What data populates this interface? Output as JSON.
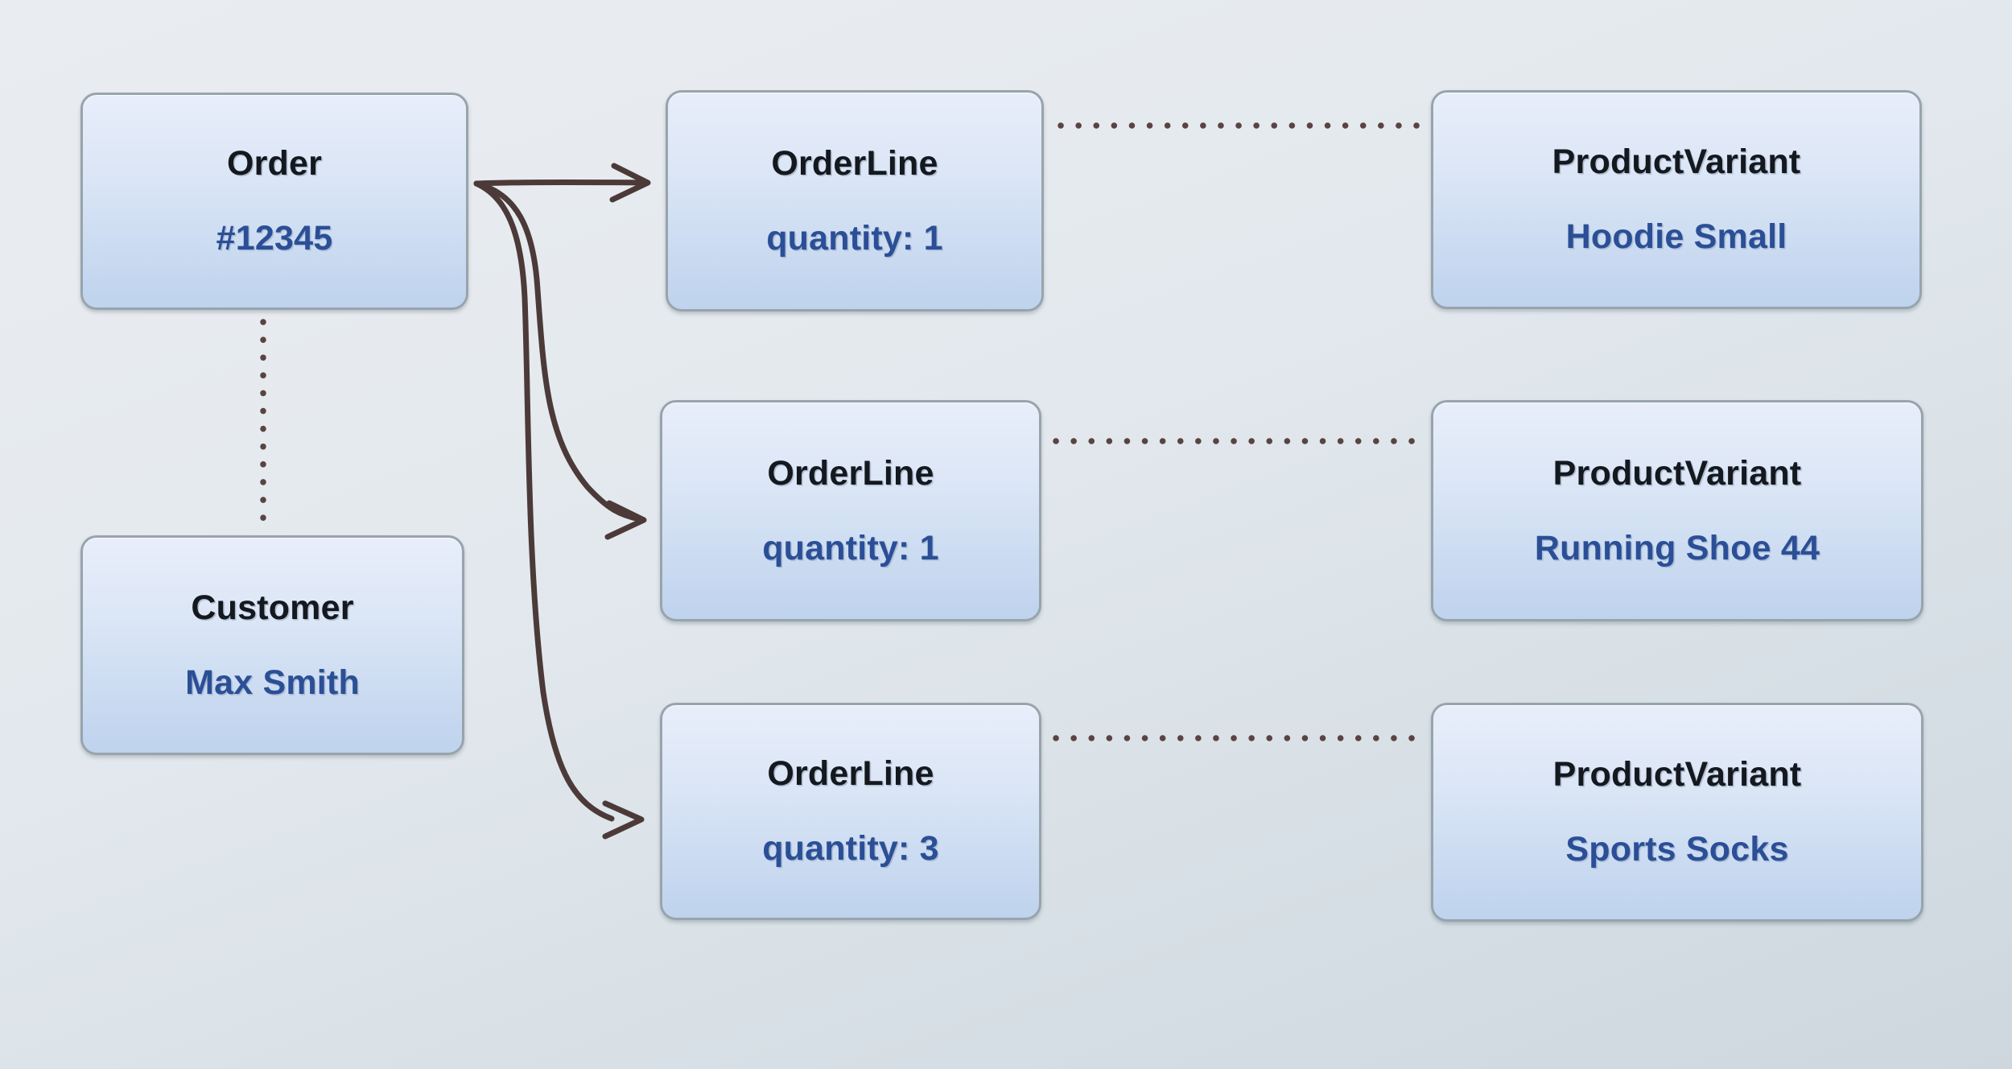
{
  "diagram": {
    "type": "entity-relationship-object-diagram",
    "background_top_color": "#e9edf1",
    "background_bottom_color": "#cdd7dd",
    "node_border_color": "#98a4ac",
    "node_fill_top_color": "#e8eefa",
    "node_fill_bottom_color": "#bfd3ee",
    "title_text_color": "#14181f",
    "subtitle_text_color": "#2b4f96",
    "arrow_color": "#4b3a38",
    "dotted_link_color": "#5a4342"
  },
  "nodes": {
    "order": {
      "title": "Order",
      "subtitle": "#12345"
    },
    "customer": {
      "title": "Customer",
      "subtitle": "Max Smith"
    },
    "order_lines": [
      {
        "title": "OrderLine",
        "subtitle": "quantity: 1",
        "quantity": 1
      },
      {
        "title": "OrderLine",
        "subtitle": "quantity: 1",
        "quantity": 1
      },
      {
        "title": "OrderLine",
        "subtitle": "quantity: 3",
        "quantity": 3
      }
    ],
    "product_variants": [
      {
        "title": "ProductVariant",
        "subtitle": "Hoodie Small"
      },
      {
        "title": "ProductVariant",
        "subtitle": "Running Shoe 44"
      },
      {
        "title": "ProductVariant",
        "subtitle": "Sports Socks"
      }
    ]
  },
  "connections": [
    {
      "from": "order",
      "to": "order_line_1",
      "style": "solid-arrow"
    },
    {
      "from": "order",
      "to": "order_line_2",
      "style": "solid-arrow"
    },
    {
      "from": "order",
      "to": "order_line_3",
      "style": "solid-arrow"
    },
    {
      "from": "order",
      "to": "customer",
      "style": "dotted"
    },
    {
      "from": "order_line_1",
      "to": "product_variant_1",
      "style": "dotted"
    },
    {
      "from": "order_line_2",
      "to": "product_variant_2",
      "style": "dotted"
    },
    {
      "from": "order_line_3",
      "to": "product_variant_3",
      "style": "dotted"
    }
  ]
}
